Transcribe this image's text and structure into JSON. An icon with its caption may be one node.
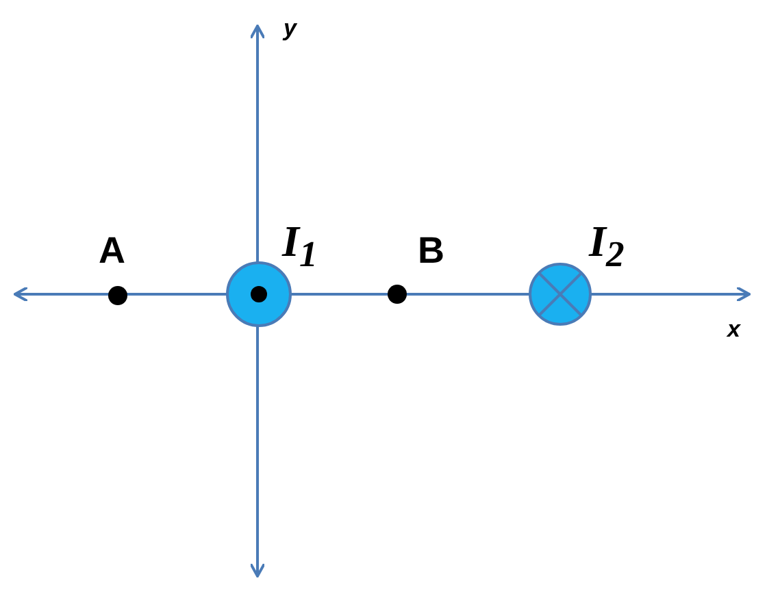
{
  "diagram": {
    "labels": [
      "y",
      "A",
      "I$_{1}$",
      "B",
      "I$_{2}$",
      "x"
    ]
  }
}
